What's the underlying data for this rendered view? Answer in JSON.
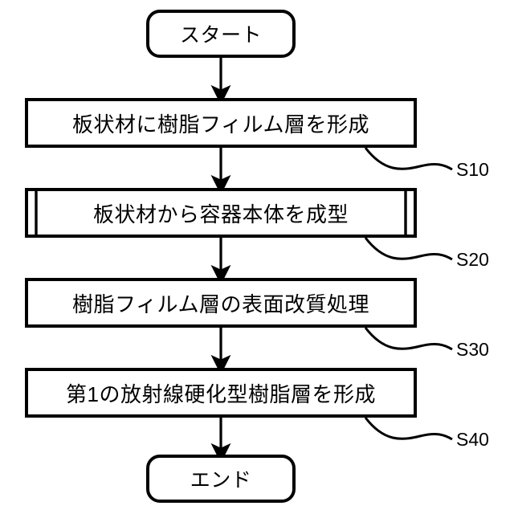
{
  "diagram": {
    "type": "flowchart",
    "orientation": "vertical",
    "background_color": "#ffffff",
    "stroke_color": "#000000",
    "title": ""
  },
  "nodes": {
    "start": {
      "label": "スタート",
      "shape": "rounded-rectangle"
    },
    "step1": {
      "label": "板状材に樹脂フィルム層を形成",
      "shape": "rectangle",
      "step_id": "S10"
    },
    "step2": {
      "label": "板状材から容器本体を成型",
      "shape": "predefined-process",
      "step_id": "S20"
    },
    "step3": {
      "label": "樹脂フィルム層の表面改質処理",
      "shape": "rectangle",
      "step_id": "S30"
    },
    "step4": {
      "label": "第1の放射線硬化型樹脂層を形成",
      "shape": "rectangle",
      "step_id": "S40"
    },
    "end": {
      "label": "エンド",
      "shape": "rounded-rectangle"
    }
  },
  "step_labels": [
    {
      "text": "S10"
    },
    {
      "text": "S20"
    },
    {
      "text": "S30"
    },
    {
      "text": "S40"
    }
  ],
  "connectors": [
    {
      "from": "start",
      "to": "step1",
      "arrow": "down"
    },
    {
      "from": "step1",
      "to": "step2",
      "arrow": "down"
    },
    {
      "from": "step2",
      "to": "step3",
      "arrow": "down"
    },
    {
      "from": "step3",
      "to": "step4",
      "arrow": "down"
    },
    {
      "from": "step4",
      "to": "end",
      "arrow": "down"
    }
  ]
}
